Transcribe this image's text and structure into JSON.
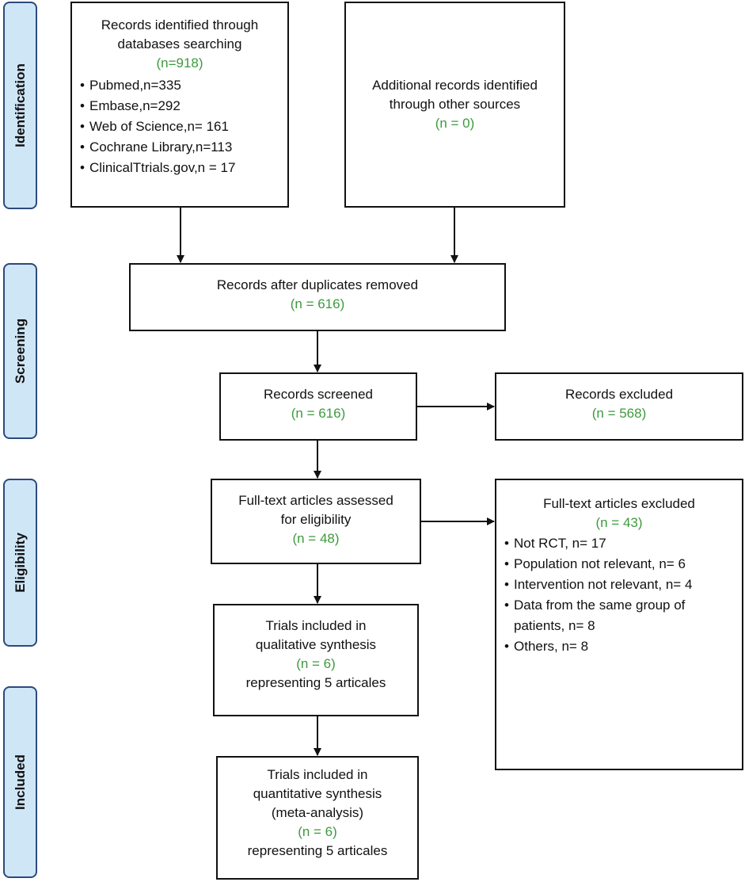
{
  "phases": {
    "identification": "Identification",
    "screening": "Screening",
    "eligibility": "Eligibility",
    "included": "Included"
  },
  "db_search": {
    "title_line1": "Records identified through",
    "title_line2": "databases searching",
    "count": "(n=918)",
    "items": [
      "Pubmed,n=335",
      "Embase,n=292",
      "Web of Science,n= 161",
      "Cochrane Library,n=113",
      "ClinicalTtrials.gov,n = 17"
    ]
  },
  "other_sources": {
    "line1": "Additional records identified",
    "line2": "through other sources",
    "count": "(n = 0)"
  },
  "duplicates_removed": {
    "label": "Records after duplicates removed",
    "count": "(n = 616)"
  },
  "screened": {
    "label": "Records screened",
    "count": "(n = 616)"
  },
  "excluded": {
    "label": "Records excluded",
    "count": "(n = 568)"
  },
  "fulltext_assessed": {
    "line1": "Full-text articles assessed",
    "line2": "for eligibility",
    "count": "(n = 48)"
  },
  "fulltext_excluded": {
    "label": "Full-text articles excluded",
    "count": "(n = 43)",
    "items": [
      "Not RCT, n= 17",
      "Population not relevant, n= 6",
      "Intervention not relevant, n= 4",
      "Data from the same group of",
      "Others, n= 8"
    ],
    "item4_cont": "patients, n= 8"
  },
  "qualitative": {
    "line1": "Trials included in",
    "line2": "qualitative synthesis",
    "count": "(n = 6)",
    "line4": "representing 5 articales"
  },
  "quantitative": {
    "line1": "Trials  included in",
    "line2": "quantitative synthesis",
    "line3": "(meta-analysis)",
    "count": "(n = 6)",
    "line5": "representing 5 articales"
  },
  "colors": {
    "count_green": "#3d9a3d",
    "phase_fill": "#cfe6f7",
    "phase_border": "#2d4a7a"
  }
}
